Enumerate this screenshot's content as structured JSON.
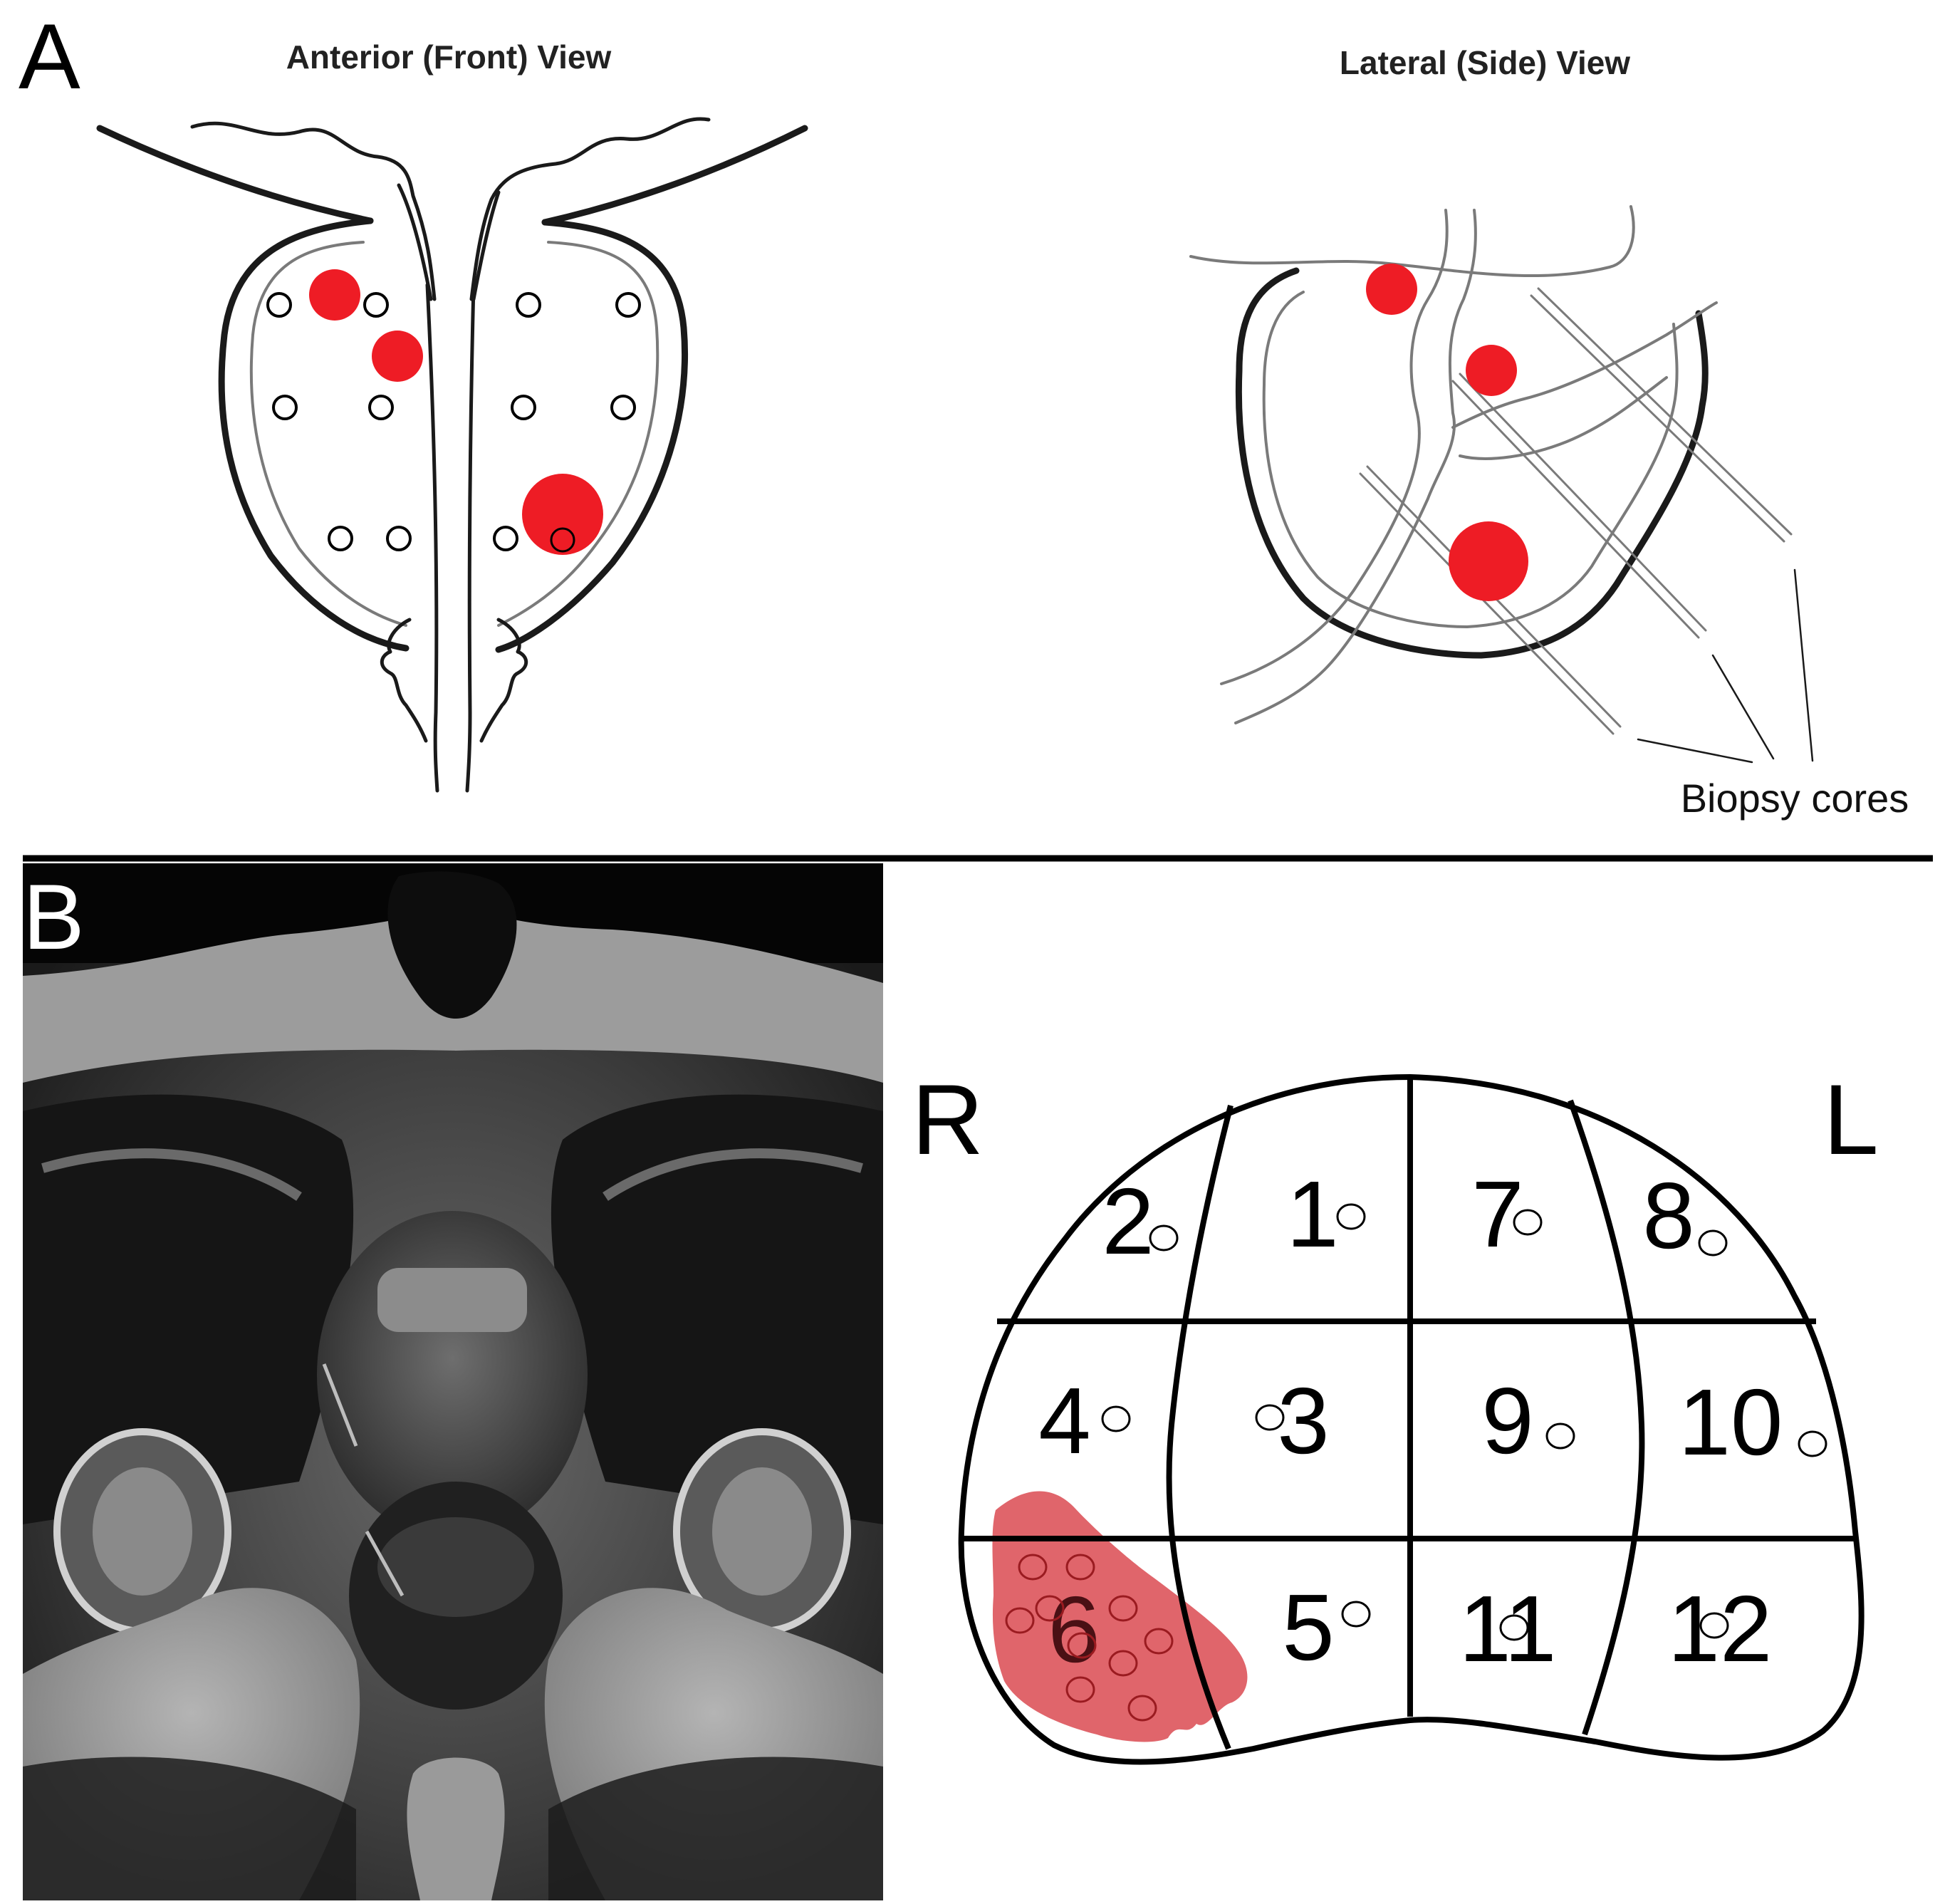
{
  "panel_a": {
    "letter": "A",
    "anterior_title": "Anterior (Front) View",
    "lateral_title": "Lateral (Side) View",
    "biopsy_label": "Biopsy cores"
  },
  "panel_b": {
    "letter": "B",
    "right_label": "R",
    "left_label": "L",
    "zones": [
      "1",
      "2",
      "3",
      "4",
      "5",
      "6",
      "7",
      "8",
      "9",
      "10",
      "11",
      "12"
    ],
    "highlighted_zone": "6"
  },
  "colors": {
    "lesion": "#ee1c25",
    "roi_overlay": "#d9434b",
    "outline": "#1a1a1a"
  }
}
